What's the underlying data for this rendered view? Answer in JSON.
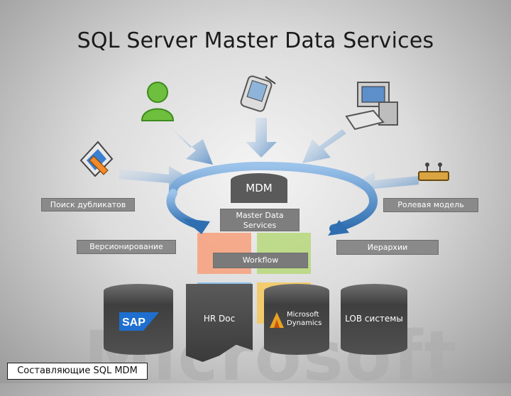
{
  "title": "SQL Server Master Data Services",
  "center": {
    "label": "MDM",
    "sublabel": "Master Data Services"
  },
  "workflow_label": "Workflow",
  "features": {
    "duplicates": "Поиск дубликатов",
    "versioning": "Версионирование",
    "role_model": "Ролевая модель",
    "hierarchy": "Иерархии"
  },
  "sources": {
    "sap": "SAP",
    "hr_doc": "HR Doc",
    "dynamics": "Microsoft Dynamics",
    "lob": "LOB системы"
  },
  "legend": "Составляющие SQL MDM",
  "watermark": "Microsoft",
  "colors": {
    "arrow_blue": "#5b8ec4",
    "label_gray": "#8a8a8a",
    "tile_orange": "#f7a07a",
    "tile_green": "#b6d77a",
    "tile_blue": "#7fb8e6",
    "tile_yellow": "#f6c85a"
  },
  "icons": [
    "person-icon",
    "pda-icon",
    "computer-icon",
    "pen-tool-icon",
    "network-device-icon",
    "sap-logo",
    "dynamics-logo"
  ]
}
